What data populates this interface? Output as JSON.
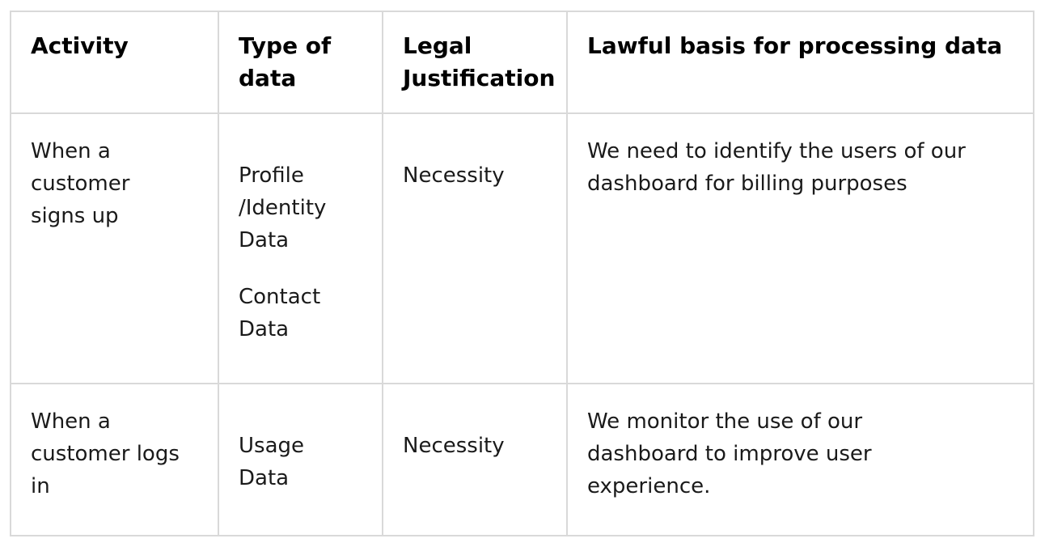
{
  "table": {
    "title_semantic": "Lawful basis for processing data table",
    "border_color": "#d9d9d9",
    "header_text_color": "#000000",
    "body_text_color": "#1a1a1a",
    "background_color": "#ffffff",
    "headers": [
      {
        "label": "Activity"
      },
      {
        "label": "Type of\ndata"
      },
      {
        "label": "Legal\nJustification"
      },
      {
        "label": "Lawful basis for processing data"
      }
    ],
    "rows": [
      {
        "activity": "When a\ncustomer\nsigns up",
        "type_of_data_1": "Profile\n/Identity\nData",
        "type_of_data_2": "Contact\nData",
        "legal_justification": "Necessity",
        "lawful_basis": "We need to identify the users of our\ndashboard for billing purposes"
      },
      {
        "activity": "When a\ncustomer logs\nin",
        "type_of_data_1": "Usage\nData",
        "legal_justification": "Necessity",
        "lawful_basis": "We monitor the use of our\ndashboard to improve user\nexperience."
      }
    ]
  }
}
